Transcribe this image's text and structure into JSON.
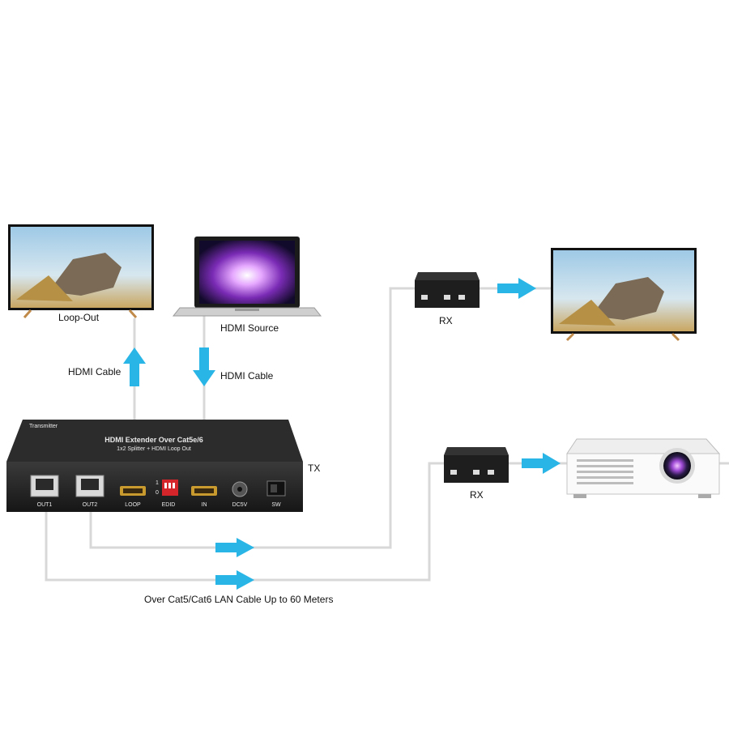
{
  "labels": {
    "loop_out": "Loop-Out",
    "hdmi_source": "HDMI Source",
    "hdmi_cable_up": "HDMI Cable",
    "hdmi_cable_down": "HDMI Cable",
    "tx": "TX",
    "rx_top": "RX",
    "rx_bottom": "RX",
    "lan_caption": "Over Cat5/Cat6 LAN Cable Up to 60 Meters"
  },
  "tx_box": {
    "brand_line": "Transmitter",
    "title_line": "HDMI Extender Over Cat5e/6",
    "subtitle_line": "1x2 Splitter + HDMI Loop Out",
    "ports": [
      "OUT1",
      "OUT2",
      "LOOP",
      "EDID",
      "IN",
      "DC5V",
      "SW"
    ],
    "dip_marks": [
      "1",
      "0"
    ]
  },
  "colors": {
    "arrow": "#29b6e6",
    "cable": "#d8d8d8",
    "device_dark": "#1f1f1f"
  },
  "icons": [
    "tv-icon",
    "laptop-icon",
    "projector-icon",
    "receiver-icon",
    "transmitter-icon",
    "arrow-icon"
  ]
}
